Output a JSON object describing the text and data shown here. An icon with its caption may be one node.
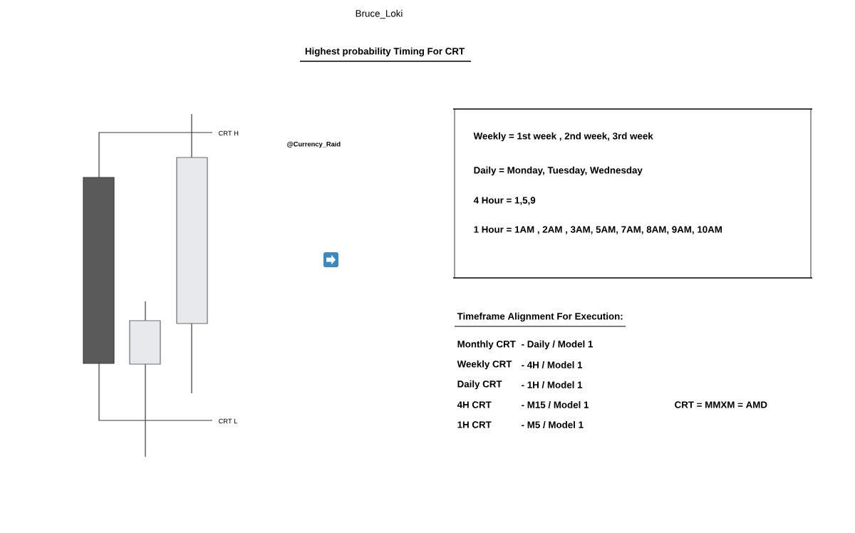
{
  "diagram": {
    "title": "Highest probability Timing For CRT",
    "nodes": [
      {
        "text": [
          "Weekly = 1st week , 2nd week, 3rd week",
          "Daily = Monday, Tuesday, Wednesday",
          "4 Hour = 1,5,9",
          "1 Hour = 1AM , 2AM , 3AM, 5AM, 7AM, 8AM, 9AM, 10AM"
        ]
      }
    ],
    "edges": [],
    "labels": [
      "Bruce_Loki",
      "CRT H",
      "@Currency_Raid",
      "CRT L",
      "Timeframe Alignment For Execution:",
      "Monthly CRT",
      "- Daily / Model 1",
      "Weekly CRT",
      "- 4H / Model 1",
      "Daily CRT",
      "- 1H / Model 1",
      "4H CRT",
      "- M15 / Model 1",
      "CRT = MMXM = AMD",
      "1H CRT",
      "- M5 / Model 1"
    ]
  }
}
